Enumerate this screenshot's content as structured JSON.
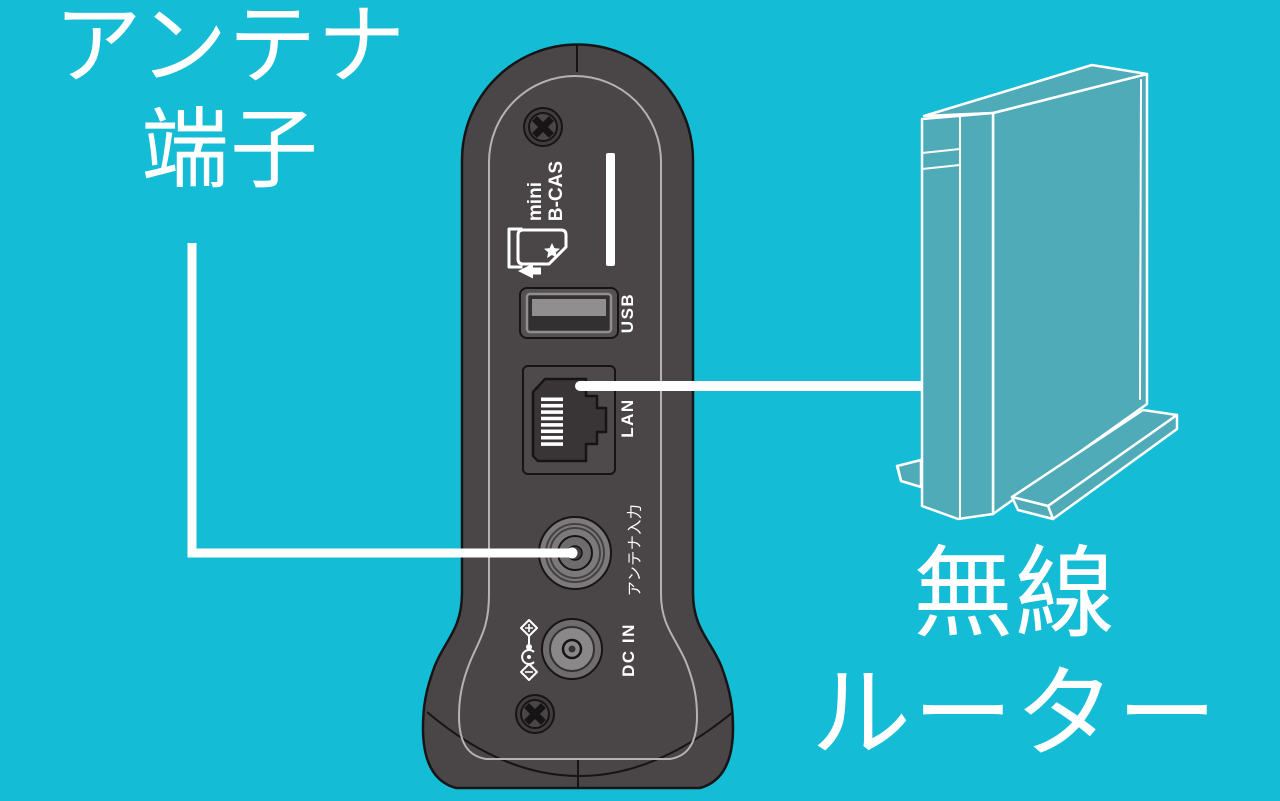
{
  "colors": {
    "background": "#14bcd6",
    "device_body": "#4a4647",
    "device_outline": "#171415",
    "panel_line": "#b5b2b3",
    "port_light": "#918e8f",
    "port_mid": "#6f6c6d",
    "port_dark": "#393536",
    "white": "#ffffff",
    "router_fill": "#4fabb8"
  },
  "labels": {
    "antenna_terminal": {
      "line1": "アンテナ",
      "line2": "端子"
    },
    "wireless_router": {
      "line1": "無線",
      "line2": "ルーター"
    }
  },
  "device_ports": {
    "bcas_card": {
      "line1": "mini",
      "line2": "B-CAS"
    },
    "usb": "USB",
    "lan": "LAN",
    "antenna_input": "アンテナ入力",
    "dc_in": "DC IN"
  },
  "icons": {
    "screws": "phillips-screw",
    "card": "mini-bcas-card",
    "polarity": "dc-polarity-center-positive",
    "star": "bcas-star"
  }
}
